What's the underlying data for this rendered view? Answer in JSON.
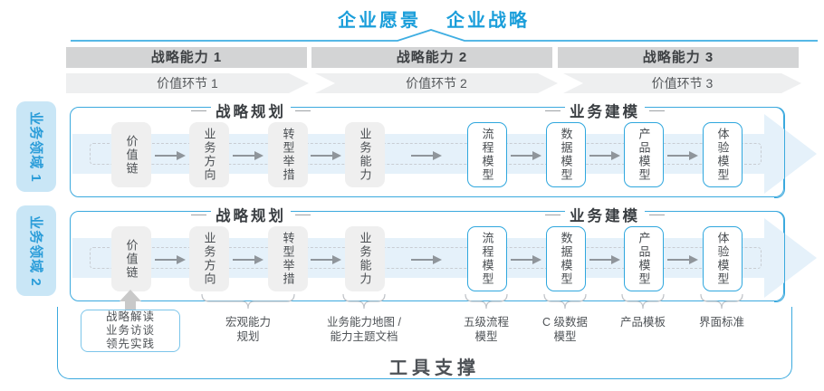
{
  "header": {
    "vision": "企业愿景",
    "strategy": "企业战略"
  },
  "capability_bars": [
    "战略能力 1",
    "战略能力 2",
    "战略能力 3"
  ],
  "value_links": [
    "价值环节 1",
    "价值环节 2",
    "价值环节 3"
  ],
  "domains": [
    "业务领域 1",
    "业务领域 2"
  ],
  "row": {
    "planning_header": "战略规划",
    "modeling_header": "业务建模",
    "planning_nodes": [
      "价值链",
      "业务方向",
      "转型举措",
      "业务能力"
    ],
    "modeling_nodes": [
      "流程模型",
      "数据模型",
      "产品模型",
      "体验模型"
    ]
  },
  "bottom": {
    "practice_lines": [
      "战略解读",
      "业务访谈",
      "领先实践"
    ],
    "tool_labels": [
      "宏观能力\n规划",
      "业务能力地图 /\n能力主题文档",
      "五级流程\n模型",
      "C 级数据\n模型",
      "产品模板",
      "界面标准"
    ],
    "footer": "工具支撑"
  },
  "colors": {
    "accent_blue": "#3BA9DE",
    "title_blue": "#1A9EDA",
    "domain_fill": "#C9E6F6",
    "band_blue": "#E5F1FA",
    "bar_gray": "#D3D4D5",
    "node_gray": "#EFEFEF"
  }
}
